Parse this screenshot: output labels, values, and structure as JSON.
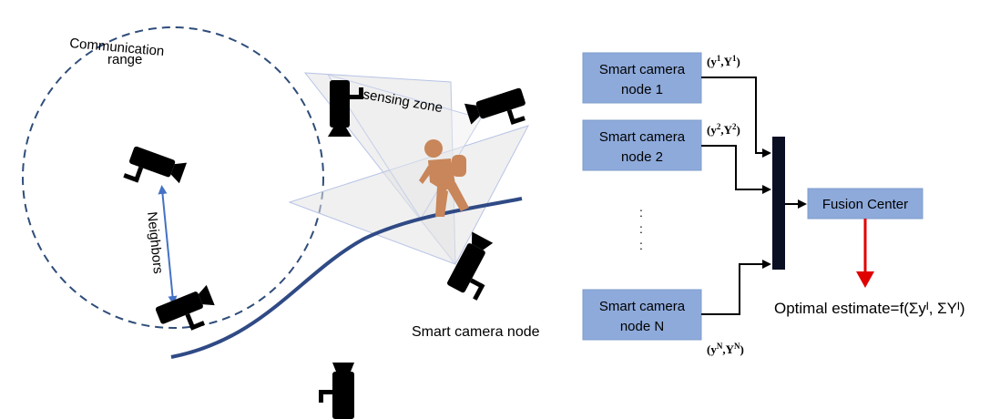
{
  "left": {
    "communication_range_line1": "Communication",
    "communication_range_line2": "range",
    "neighbors": "Neighbors",
    "sensing_zone": "sensing zone",
    "smart_camera_node": "Smart camera node"
  },
  "right": {
    "nodes": [
      {
        "line1": "Smart camera",
        "line2": "node  1",
        "label_main": "(y",
        "label_sup1": "1",
        "label_mid": ",Y",
        "label_sup2": "1",
        "label_end": ")"
      },
      {
        "line1": "Smart camera",
        "line2": "node  2",
        "label_main": "(y",
        "label_sup1": "2",
        "label_mid": ",Y",
        "label_sup2": "2",
        "label_end": ")"
      },
      {
        "line1": "Smart camera",
        "line2": "node  N",
        "label_main": "(y",
        "label_sup1": "N",
        "label_mid": ",Y",
        "label_sup2": "N",
        "label_end": ")"
      }
    ],
    "ellipsis": [
      ":",
      ":",
      ":"
    ],
    "fusion_center": "Fusion Center",
    "optimal_estimate": "Optimal estimate=f(Σyᴵ, ΣYᴵ)"
  },
  "colors": {
    "node_box": "#8eaadb",
    "dashed_circle": "#2f4d7a",
    "road": "#2f4a85",
    "neighbors_arrow": "#4472c4",
    "red_arrow": "#e00000",
    "person": "#c8865a"
  }
}
